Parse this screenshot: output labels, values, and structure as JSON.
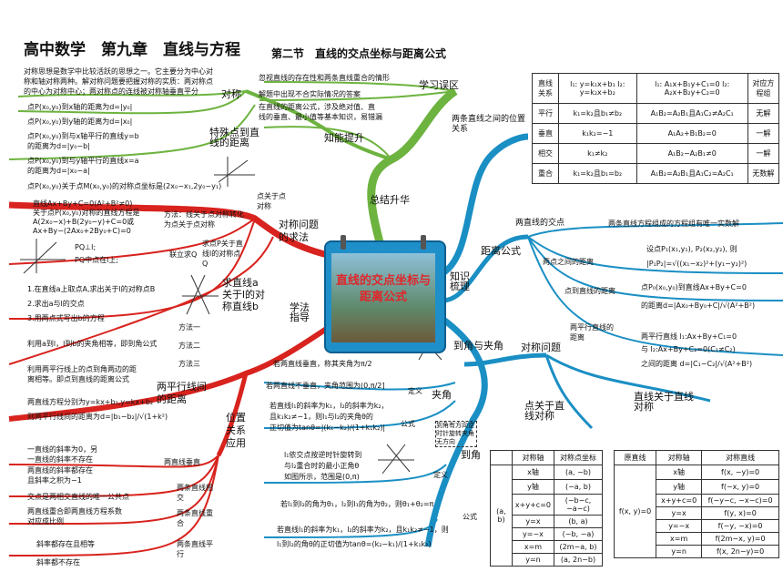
{
  "header": {
    "title": "高中数学　第九章　直线与方程",
    "section": "第二节　直线的交点坐标与距离公式"
  },
  "center": {
    "title": "直线的交点坐标与距离公式"
  },
  "branches": {
    "zongjie": "总结升华",
    "zhishi": "知识梳理",
    "xuefa": "学法指导",
    "xuexi": "学习误区",
    "nengli": "知能提升",
    "liangtiao": "两条直线之间的位置关系",
    "juli": "距离公式",
    "daojiao": "到角与夹角",
    "duichen": "对称问题",
    "duichen2": "对称问题的求法",
    "weizhi": "位置关系应用",
    "pingxing": "两平行线间的距离"
  },
  "top_left": {
    "intro": [
      "对称思想是数学中比较活跃的思想之一。它主要分为中心对",
      "称和轴对称两种。解对称问题要把握对称的实质：两对称点",
      "的中心为对称中心；两对称点的连线被对称轴垂直平分"
    ],
    "duichen": "对称",
    "teshu": "特殊点到直线的距离",
    "items": [
      "点P(x₀,y₀)到x轴的距离为d=|y₀|",
      "点P(x₀,y₀)到y轴的距离为d=|x₀|",
      "点P(x₀,y₀)到与x轴平行的直线y=b",
      "的距离为d=|y₀−b|",
      "点P(x₀,y₀)到与y轴平行的直线x=a",
      "的距离为d=|x₀−a|"
    ],
    "sym": "点P(x₀,y₀)关于点M(x₀,y₀)的对称点坐标是(2x₀−x₁,2y₀−y₁)"
  },
  "xuexi_items": [
    "忽视直线的存在性和两条直线重合的情形",
    "解题中出现不合实际情况的答案",
    "在直线的距离公式，涉及绝对值、直",
    "线的垂直、最小值等基本知识，易错漏"
  ],
  "left_mid": {
    "line_sym": [
      "直线Ax+By+C=0(A²+B²≠0)",
      "关于点P(x₀,y₀)对称的直线方程是",
      "A(2x₀−x)+B(2y₀−y)+C=0或",
      "Ax+By−(2Ax₀+2By₀+C)=0"
    ],
    "dian": "点关于点对称",
    "fangfa": "方法：线关于点对称转化为点关于点对称",
    "pq": [
      "PQ⊥l;",
      "PQ中点在l上;"
    ],
    "lianli": "联立求Q",
    "qiu": "求点P关于直线l的对称点Q",
    "steps": [
      "1.在直线a上取点A,求出关于l的对称点B",
      "2.求出a与l的交点",
      "3.用两点式写出b的方程"
    ],
    "qiu2": "求直线a关于l的对称直线b",
    "f1": "方法一",
    "f2": "方法二",
    "f3": "方法三",
    "jiajiao": "利用a到l，l到b的夹角相等，即到角公式",
    "pingxing": [
      "利用两平行线上的点到角两边的距",
      "离相等。即点到直线的距离公式"
    ],
    "dist": [
      "两直线方程分别为y=kx+b₁,y=kx+b₂",
      "则两平行线间的距离为d=|b₁−b₂|/√(1+k²)"
    ]
  },
  "left_bottom": {
    "chuizhi_items": [
      "一直线的斜率为0，另",
      "一直线的斜率不存在",
      "两直线的斜率都存在",
      "且斜率之积为−1"
    ],
    "chuizhi": "两直线垂直",
    "xiangjiao_item": "交点是两相交直线的唯一公共点",
    "xiangjiao": "两条直线相交",
    "chonghe_items": [
      "两直线重合即两直线方程系数",
      "对应成比例"
    ],
    "chonghe": "两条直线重合",
    "pingxing_items": [
      "斜率都存在且相等",
      "斜率都不存在"
    ],
    "pingxing": "两条直线平行"
  },
  "table1": {
    "rows": [
      [
        "直线关系",
        "l₁: y=k₁x+b₁  l₂: y=k₂x+b₂",
        "l₁: A₁x+B₁y+C₁=0  l₂: A₂x+B₂y+C₂=0",
        "对应方程组"
      ],
      [
        "平行",
        "k₁=k₂且b₁≠b₂",
        "A₁B₂=A₂B₁且A₁C₂≠A₂C₁",
        "无解"
      ],
      [
        "垂直",
        "k₁k₂=−1",
        "A₁A₂+B₁B₂=0",
        "一解"
      ],
      [
        "相交",
        "k₁≠k₂",
        "A₁B₂−A₂B₁≠0",
        "一解"
      ],
      [
        "重合",
        "k₁=k₂且b₁=b₂",
        "A₁B₂=A₂B₁且A₁C₂=A₂C₁",
        "无数解"
      ]
    ]
  },
  "right_mid": {
    "jiaodian": "两直线的交点",
    "jiaodian_desc": "两条直线方程组成的方程组有唯一实数解",
    "liangdian": "两点之间的距离",
    "liangdian_formula": [
      "设点P₁(x₁,y₁), P₂(x₂,y₂), 则",
      "|P₁P₂|=√((x₁−x₂)²+(y₁−y₂)²)"
    ],
    "dian_zhi": "点到直线的距离",
    "dian_zhi_formula": [
      "点P₀(x₀,y₀)到直线Ax+By+C=0",
      "的距离d=|Ax₀+By₀+C|/√(A²+B²)"
    ],
    "pingxing": "两平行直线的距离",
    "pingxing_formula": [
      "两平行直线 l₁:Ax+By+C₁=0",
      "与 l₂:Ax+By+C₂=0(C₁≠C₂)",
      "之间的距离 d=|C₁−C₂|/√(A²+B²)"
    ],
    "dian_guanyu": "点关于直线对称",
    "zhixian_guanyu": "直线关于直线对称"
  },
  "bottom_mid": {
    "jiajiao": "夹角",
    "daojiao": "到角",
    "dingyi": "定义",
    "gongshi": "公式",
    "note": "到角有方向逆时针旋转夹角无方向",
    "items": [
      "若两直线垂直，称其夹角为π/2",
      "若两直线不垂直，夹角范围为(0,π/2]",
      "若直线l₁的斜率为k₁，l₂的斜率为k₂，",
      "且k₁k₂≠−1，则l₁与l₂的夹角θ的",
      "正切值为tanθ=|(k₁−k₂)/(1+k₁k₂)|"
    ],
    "dj_items": [
      "l₁依交点按逆时针旋转到",
      "与l₂重合时的最小正角θ",
      "如图所示，范围是(0,π)",
      "若l₁到l₂的角为θ₁，l₂到l₁的角为θ₂，则θ₁+θ₂=π",
      "若直线l₁的斜率为k₁，l₂的斜率为k₂，且k₁k₂≠−1，则",
      "l₁到l₂的角θ的正切值为tanθ=(k₂−k₁)/(1+k₁k₂)"
    ]
  },
  "table2": {
    "headers": [
      "对称轴",
      "对称点坐标"
    ],
    "side": "(a, b)",
    "rows": [
      [
        "x轴",
        "(a, −b)"
      ],
      [
        "y轴",
        "(−a, b)"
      ],
      [
        "x+y+c=0",
        "(−b−c, −a−c)"
      ],
      [
        "y=x",
        "(b, a)"
      ],
      [
        "y=−x",
        "(−b, −a)"
      ],
      [
        "x=m",
        "(2m−a, b)"
      ],
      [
        "y=n",
        "(a, 2n−b)"
      ]
    ]
  },
  "table3": {
    "headers": [
      "原直线",
      "对称轴",
      "对称直线"
    ],
    "side": "f(x, y)=0",
    "rows": [
      [
        "x轴",
        "f(x, −y)=0"
      ],
      [
        "y轴",
        "f(−x, y)=0"
      ],
      [
        "x+y+c=0",
        "f(−y−c, −x−c)=0"
      ],
      [
        "y=x",
        "f(y, x)=0"
      ],
      [
        "y=−x",
        "f(−y, −x)=0"
      ],
      [
        "x=m",
        "f(2m−x, y)=0"
      ],
      [
        "y=n",
        "f(x, 2n−y)=0"
      ]
    ]
  },
  "colors": {
    "green": "#6db33f",
    "red": "#d8231e",
    "blue": "#1a8fc4",
    "title": "#111111"
  }
}
